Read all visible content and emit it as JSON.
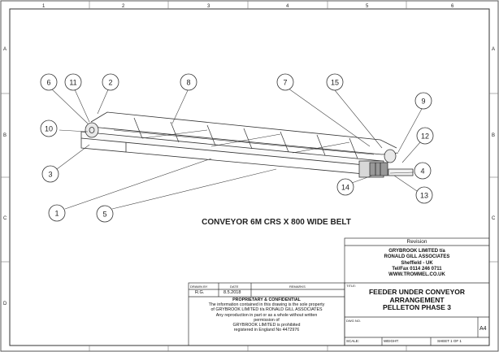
{
  "drawing": {
    "title_text": "CONVEYOR 6M CRS X 800 WIDE BELT",
    "balloons": [
      "6",
      "11",
      "2",
      "8",
      "7",
      "15",
      "9",
      "10",
      "12",
      "3",
      "4",
      "14",
      "13",
      "1",
      "5"
    ],
    "zones_top": [
      "1",
      "2",
      "3",
      "4",
      "5",
      "6"
    ],
    "zones_side": [
      "A",
      "B",
      "C",
      "D"
    ]
  },
  "title_block": {
    "revision_label": "Revision",
    "company_line1": "GRYBROOK LIMITED t/a",
    "company_line2": "RONALD GILL ASSOCIATES",
    "company_line3": "Sheffield - UK",
    "company_line4": "Tel/Fax 0114 246 0711",
    "company_line5": "WWW.TROMMEL.CO.UK",
    "drawn_by_label": "DRAWN BY",
    "date_label": "DATE",
    "remarks_label": "REMARKS",
    "drawn_by": "R.G.",
    "date": "8.5.2018",
    "proprietary_title": "PROPRIETARY & CONFIDENTIAL",
    "proprietary_body1": "The information contained in this drawing is the sole property",
    "proprietary_body2": "of GRYBROOK LIMITED t/a RONALD GILL ASSOCIATES",
    "proprietary_body3": "Any reproduction in part or as a whole without written",
    "proprietary_body4": "permission of",
    "proprietary_body5": "GRYBROOK LIMITED is prohibited",
    "proprietary_body6": "registered in England No 4472976",
    "title_label": "TITLE:",
    "title_line1": "FEEDER UNDER CONVEYOR",
    "title_line2": "ARRANGEMENT",
    "title_line3": "PELLETON PHASE 3",
    "dwg_no_label": "DWG NO.",
    "size": "A4",
    "scale_label": "SCALE:",
    "weight_label": "WEIGHT:",
    "sheet_label": "SHEET 1 OF 1"
  }
}
